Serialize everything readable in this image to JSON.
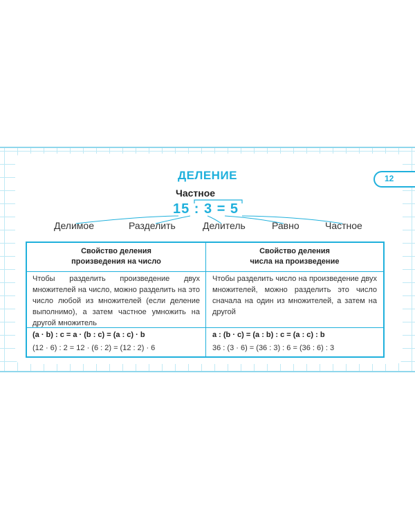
{
  "title": "ДЕЛЕНИЕ",
  "page_number": "12",
  "quotient_top": "Частное",
  "equation": "15 : 3 = 5",
  "labels": [
    "Делимое",
    "Разделить",
    "Делитель",
    "Равно",
    "Частное"
  ],
  "table": {
    "left": {
      "header": [
        "Свойство деления",
        "произведения на число"
      ],
      "text": "Чтобы разделить произведение двух множителей на число, можно разделить на это число любой из множителей (если деление выполнимо), а затем частное умножить на другой множитель",
      "formula": "(a · b) : c = a · (b : c) = (a : c) · b",
      "example": "(12 · 6) : 2 = 12 · (6 : 2) = (12 : 2) · 6"
    },
    "right": {
      "header": [
        "Свойство деления",
        "числа на произведение"
      ],
      "text": "Чтобы разделить число на произведение двух множителей, можно разделить это число сначала на один из множителей, а затем на другой",
      "formula": "a : (b · c) = (a : b) : c = (a : c) : b",
      "example": "36 : (3 · 6) = (36 : 3) : 6 = (36 : 6) : 3"
    }
  },
  "colors": {
    "accent": "#1fb0dc",
    "grid": "#bfe9f5"
  }
}
